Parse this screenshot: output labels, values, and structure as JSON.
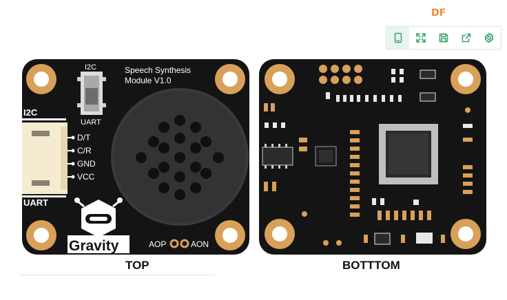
{
  "header": {
    "brand": "DF"
  },
  "toolbar": {
    "items": [
      {
        "name": "phone-view",
        "icon": "mobile-icon"
      },
      {
        "name": "fullscreen",
        "icon": "expand-icon"
      },
      {
        "name": "save",
        "icon": "save-icon"
      },
      {
        "name": "share",
        "icon": "share-icon"
      },
      {
        "name": "settings",
        "icon": "gear-icon"
      }
    ]
  },
  "top_board": {
    "switch_top": "I2C",
    "switch_bottom": "UART",
    "title_line1": "Speech Synthesis",
    "title_line2": "Module V1.0",
    "side_top": "I2C",
    "side_bottom": "UART",
    "pins": [
      "D/T",
      "C/R",
      "GND",
      "VCC"
    ],
    "logo": "Gravity",
    "aop": "AOP",
    "aon": "AON",
    "caption": "TOP"
  },
  "bottom_board": {
    "caption": "BOTTTOM"
  },
  "colors": {
    "accent": "#3aa46a",
    "brand": "#f08a38",
    "pcb": "#141414",
    "pad_gold": "#d9a05a"
  }
}
